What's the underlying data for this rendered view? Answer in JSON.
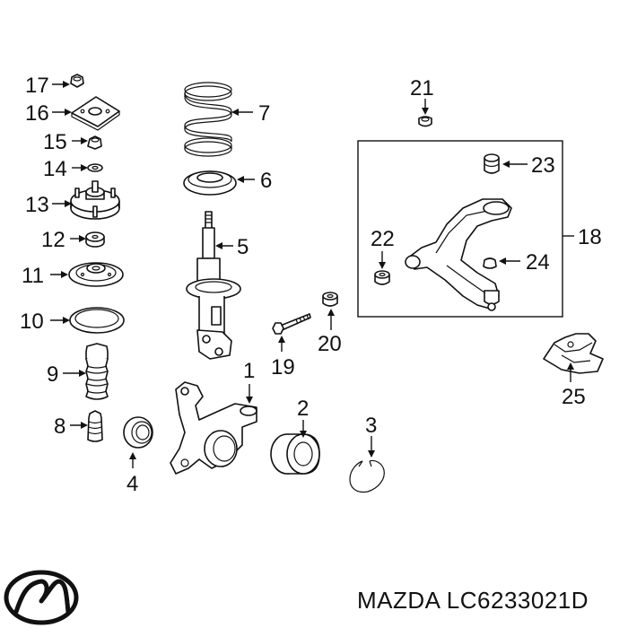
{
  "brand": {
    "text": "MAZDA LC6233021D",
    "logo": "mazda-logo"
  },
  "callouts": [
    {
      "id": "17",
      "text": "17"
    },
    {
      "id": "16",
      "text": "16"
    },
    {
      "id": "15",
      "text": "15"
    },
    {
      "id": "14",
      "text": "14"
    },
    {
      "id": "13",
      "text": "13"
    },
    {
      "id": "12",
      "text": "12"
    },
    {
      "id": "11",
      "text": "11"
    },
    {
      "id": "10",
      "text": "10"
    },
    {
      "id": "9",
      "text": "9"
    },
    {
      "id": "8",
      "text": "8"
    },
    {
      "id": "7",
      "text": "7"
    },
    {
      "id": "6",
      "text": "6"
    },
    {
      "id": "5",
      "text": "5"
    },
    {
      "id": "4",
      "text": "4"
    },
    {
      "id": "1",
      "text": "1"
    },
    {
      "id": "2",
      "text": "2"
    },
    {
      "id": "3",
      "text": "3"
    },
    {
      "id": "19",
      "text": "19"
    },
    {
      "id": "20",
      "text": "20"
    },
    {
      "id": "21",
      "text": "21"
    },
    {
      "id": "22",
      "text": "22"
    },
    {
      "id": "23",
      "text": "23"
    },
    {
      "id": "24",
      "text": "24"
    },
    {
      "id": "18",
      "text": "18"
    },
    {
      "id": "25",
      "text": "25"
    }
  ],
  "parts": [
    "nut",
    "mount-plate",
    "nut",
    "washer",
    "upper-mount",
    "bushing",
    "spring-seat",
    "insulator",
    "bump-stop-boot",
    "bump-stopper",
    "coil-spring",
    "upper-spring-seat",
    "strut",
    "dust-seal",
    "knuckle",
    "wheel-bearing",
    "snap-ring",
    "bolt",
    "bushing",
    "nut",
    "bushing",
    "bushing",
    "ball-joint-boot",
    "lower-arm",
    "bracket"
  ]
}
